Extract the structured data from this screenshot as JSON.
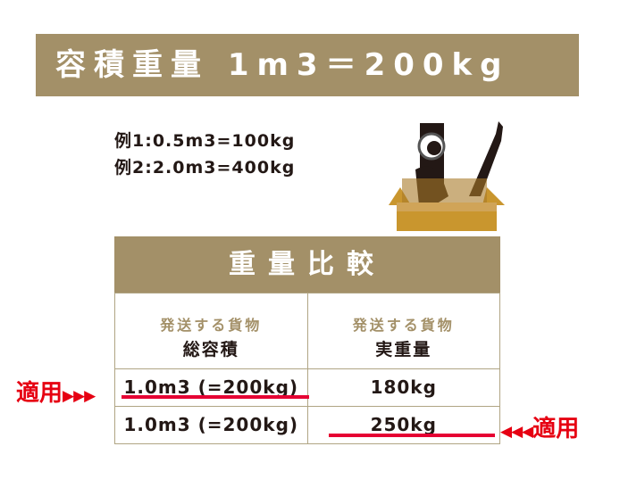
{
  "banner": {
    "title": "容積重量 1m3＝200kg"
  },
  "examples": [
    "例1:0.5m3=100kg",
    "例2:2.0m3=400kg"
  ],
  "table": {
    "title": "重量比較",
    "headers": [
      {
        "sub": "発送する貨物",
        "main": "総容積"
      },
      {
        "sub": "発送する貨物",
        "main": "実重量"
      }
    ],
    "rows": [
      [
        "1.0m3 (=200kg)",
        "180kg"
      ],
      [
        "1.0m3 (=200kg)",
        "250kg"
      ]
    ]
  },
  "apply_label": "適用",
  "colors": {
    "accent": "#a39068",
    "highlight": "#e60012"
  }
}
